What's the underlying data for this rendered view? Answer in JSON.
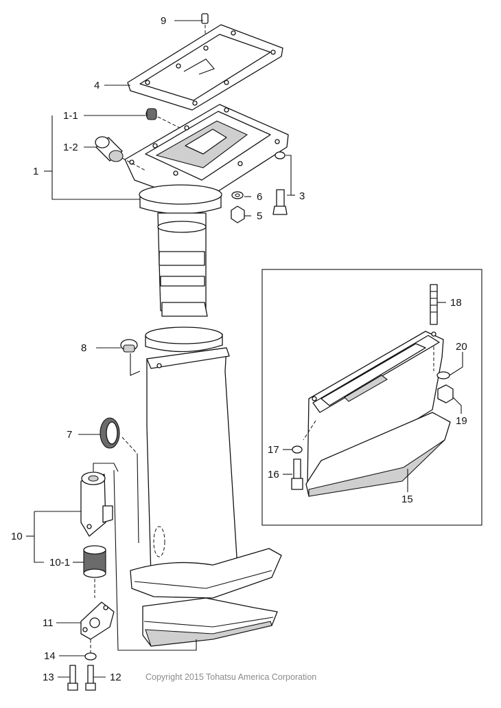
{
  "callouts": {
    "c1": "1",
    "c1_1": "1-1",
    "c1_2": "1-2",
    "c3": "3",
    "c4": "4",
    "c5": "5",
    "c6": "6",
    "c7": "7",
    "c8": "8",
    "c9": "9",
    "c10": "10",
    "c10_1": "10-1",
    "c11": "11",
    "c12": "12",
    "c13": "13",
    "c14": "14",
    "c15": "15",
    "c16": "16",
    "c17": "17",
    "c18": "18",
    "c19": "19",
    "c20": "20"
  },
  "copyright": "Copyright 2015 Tohatsu America Corporation",
  "colors": {
    "line": "#111111",
    "shade": "#cfcfcf",
    "copyright": "#8a8a8a"
  }
}
